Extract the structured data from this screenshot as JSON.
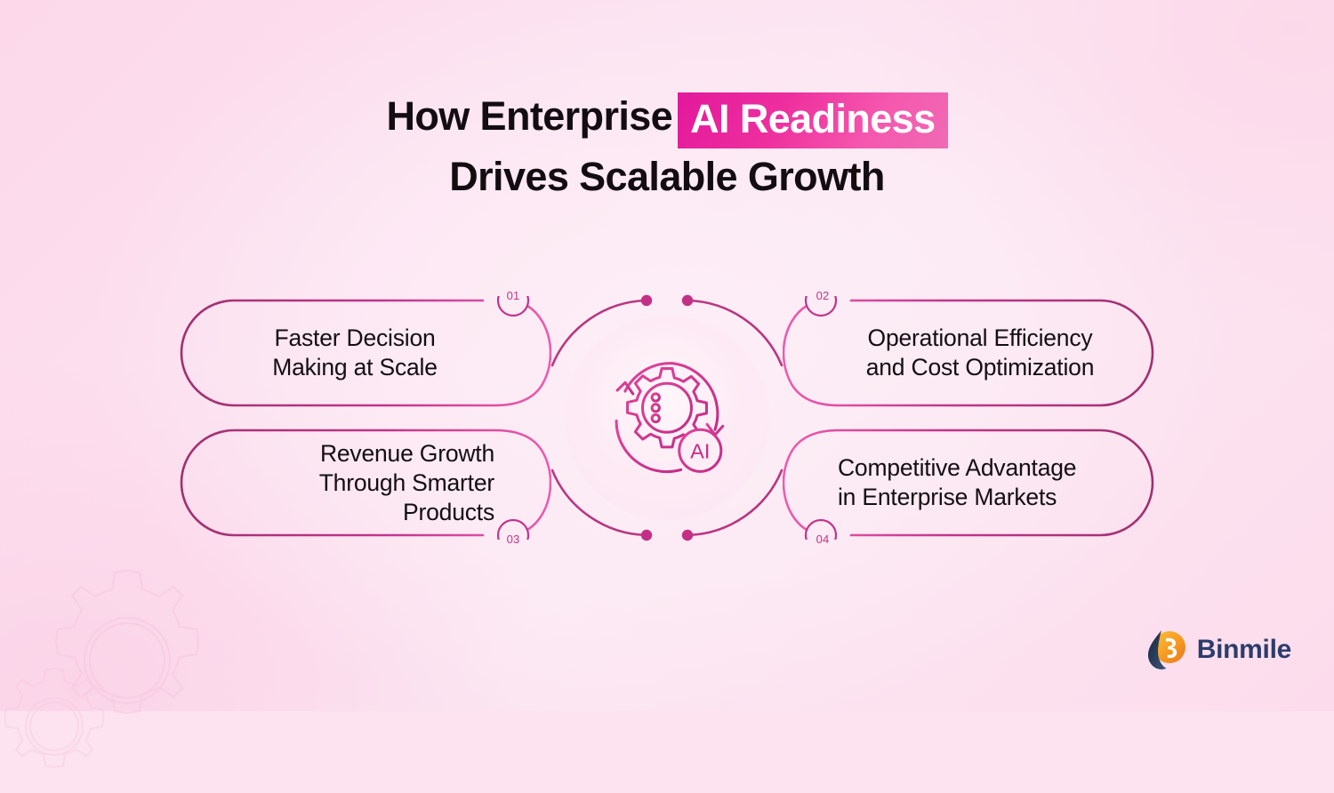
{
  "title": {
    "line1_prefix": "How Enterprise",
    "line1_highlight": "AI Readiness",
    "line2": "Drives Scalable Growth"
  },
  "center": {
    "icon_name": "ai-gear-icon",
    "badge_label": "AI"
  },
  "items": [
    {
      "number": "01",
      "text": "Faster Decision\nMaking at Scale"
    },
    {
      "number": "02",
      "text": "Operational Efficiency\nand Cost Optimization"
    },
    {
      "number": "03",
      "text": "Revenue Growth\nThrough Smarter\nProducts"
    },
    {
      "number": "04",
      "text": "Competitive Advantage\nin Enterprise Markets"
    }
  ],
  "brand": {
    "name": "Binmile",
    "logo_name": "binmile-logo-mark"
  },
  "colors": {
    "highlight_from": "#e3189c",
    "highlight_to": "#f06ab4",
    "accent": "#c2338a",
    "border_dark": "#a03070",
    "text": "#140e13",
    "brand_navy": "#2b3d6b",
    "brand_gold": "#f5a623",
    "background": "#fce3ef"
  }
}
